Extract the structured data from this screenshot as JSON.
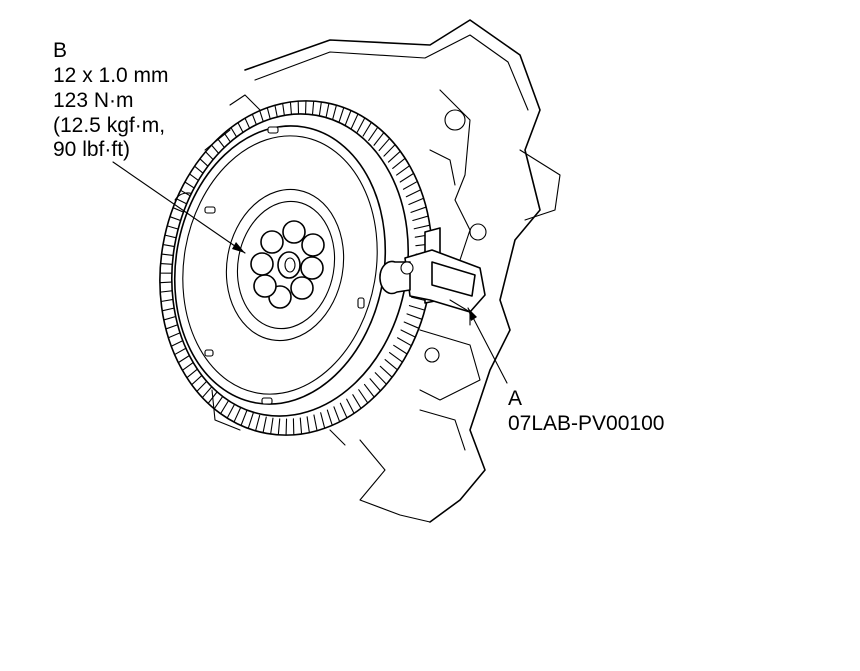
{
  "callouts": {
    "b": {
      "letter": "B",
      "spec_line1": "12 x 1.0 mm",
      "spec_line2": "123 N·m",
      "spec_line3": "(12.5 kgf·m,",
      "spec_line4": "90 lbf·ft)"
    },
    "a": {
      "letter": "A",
      "part_number": "07LAB-PV00100"
    }
  }
}
